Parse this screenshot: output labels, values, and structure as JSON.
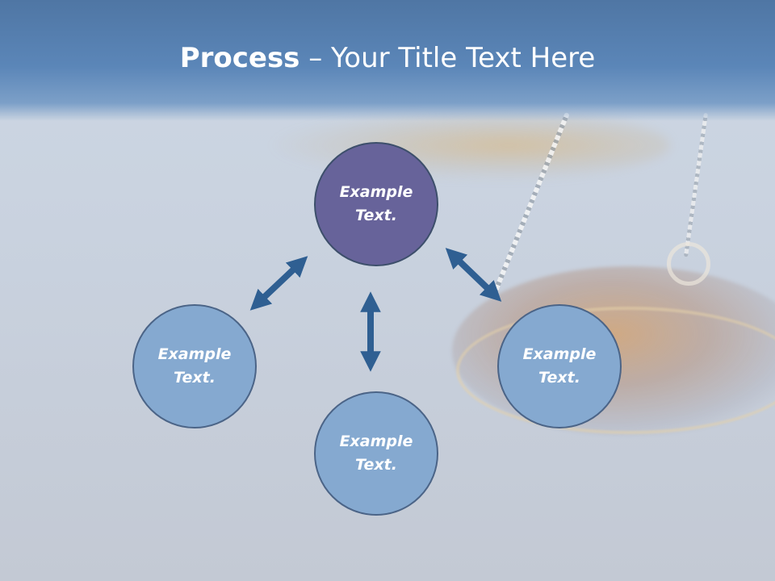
{
  "title": {
    "bold": "Process",
    "rest": " – Your Title Text Here"
  },
  "nodes": {
    "top": "Example Text.",
    "left": "Example Text.",
    "bottom": "Example Text.",
    "right": "Example Text."
  },
  "colors": {
    "title_band": "#5b86b8",
    "top_node": "#67639a",
    "side_nodes": "#85a9d0",
    "arrows": "#2f5f92"
  }
}
